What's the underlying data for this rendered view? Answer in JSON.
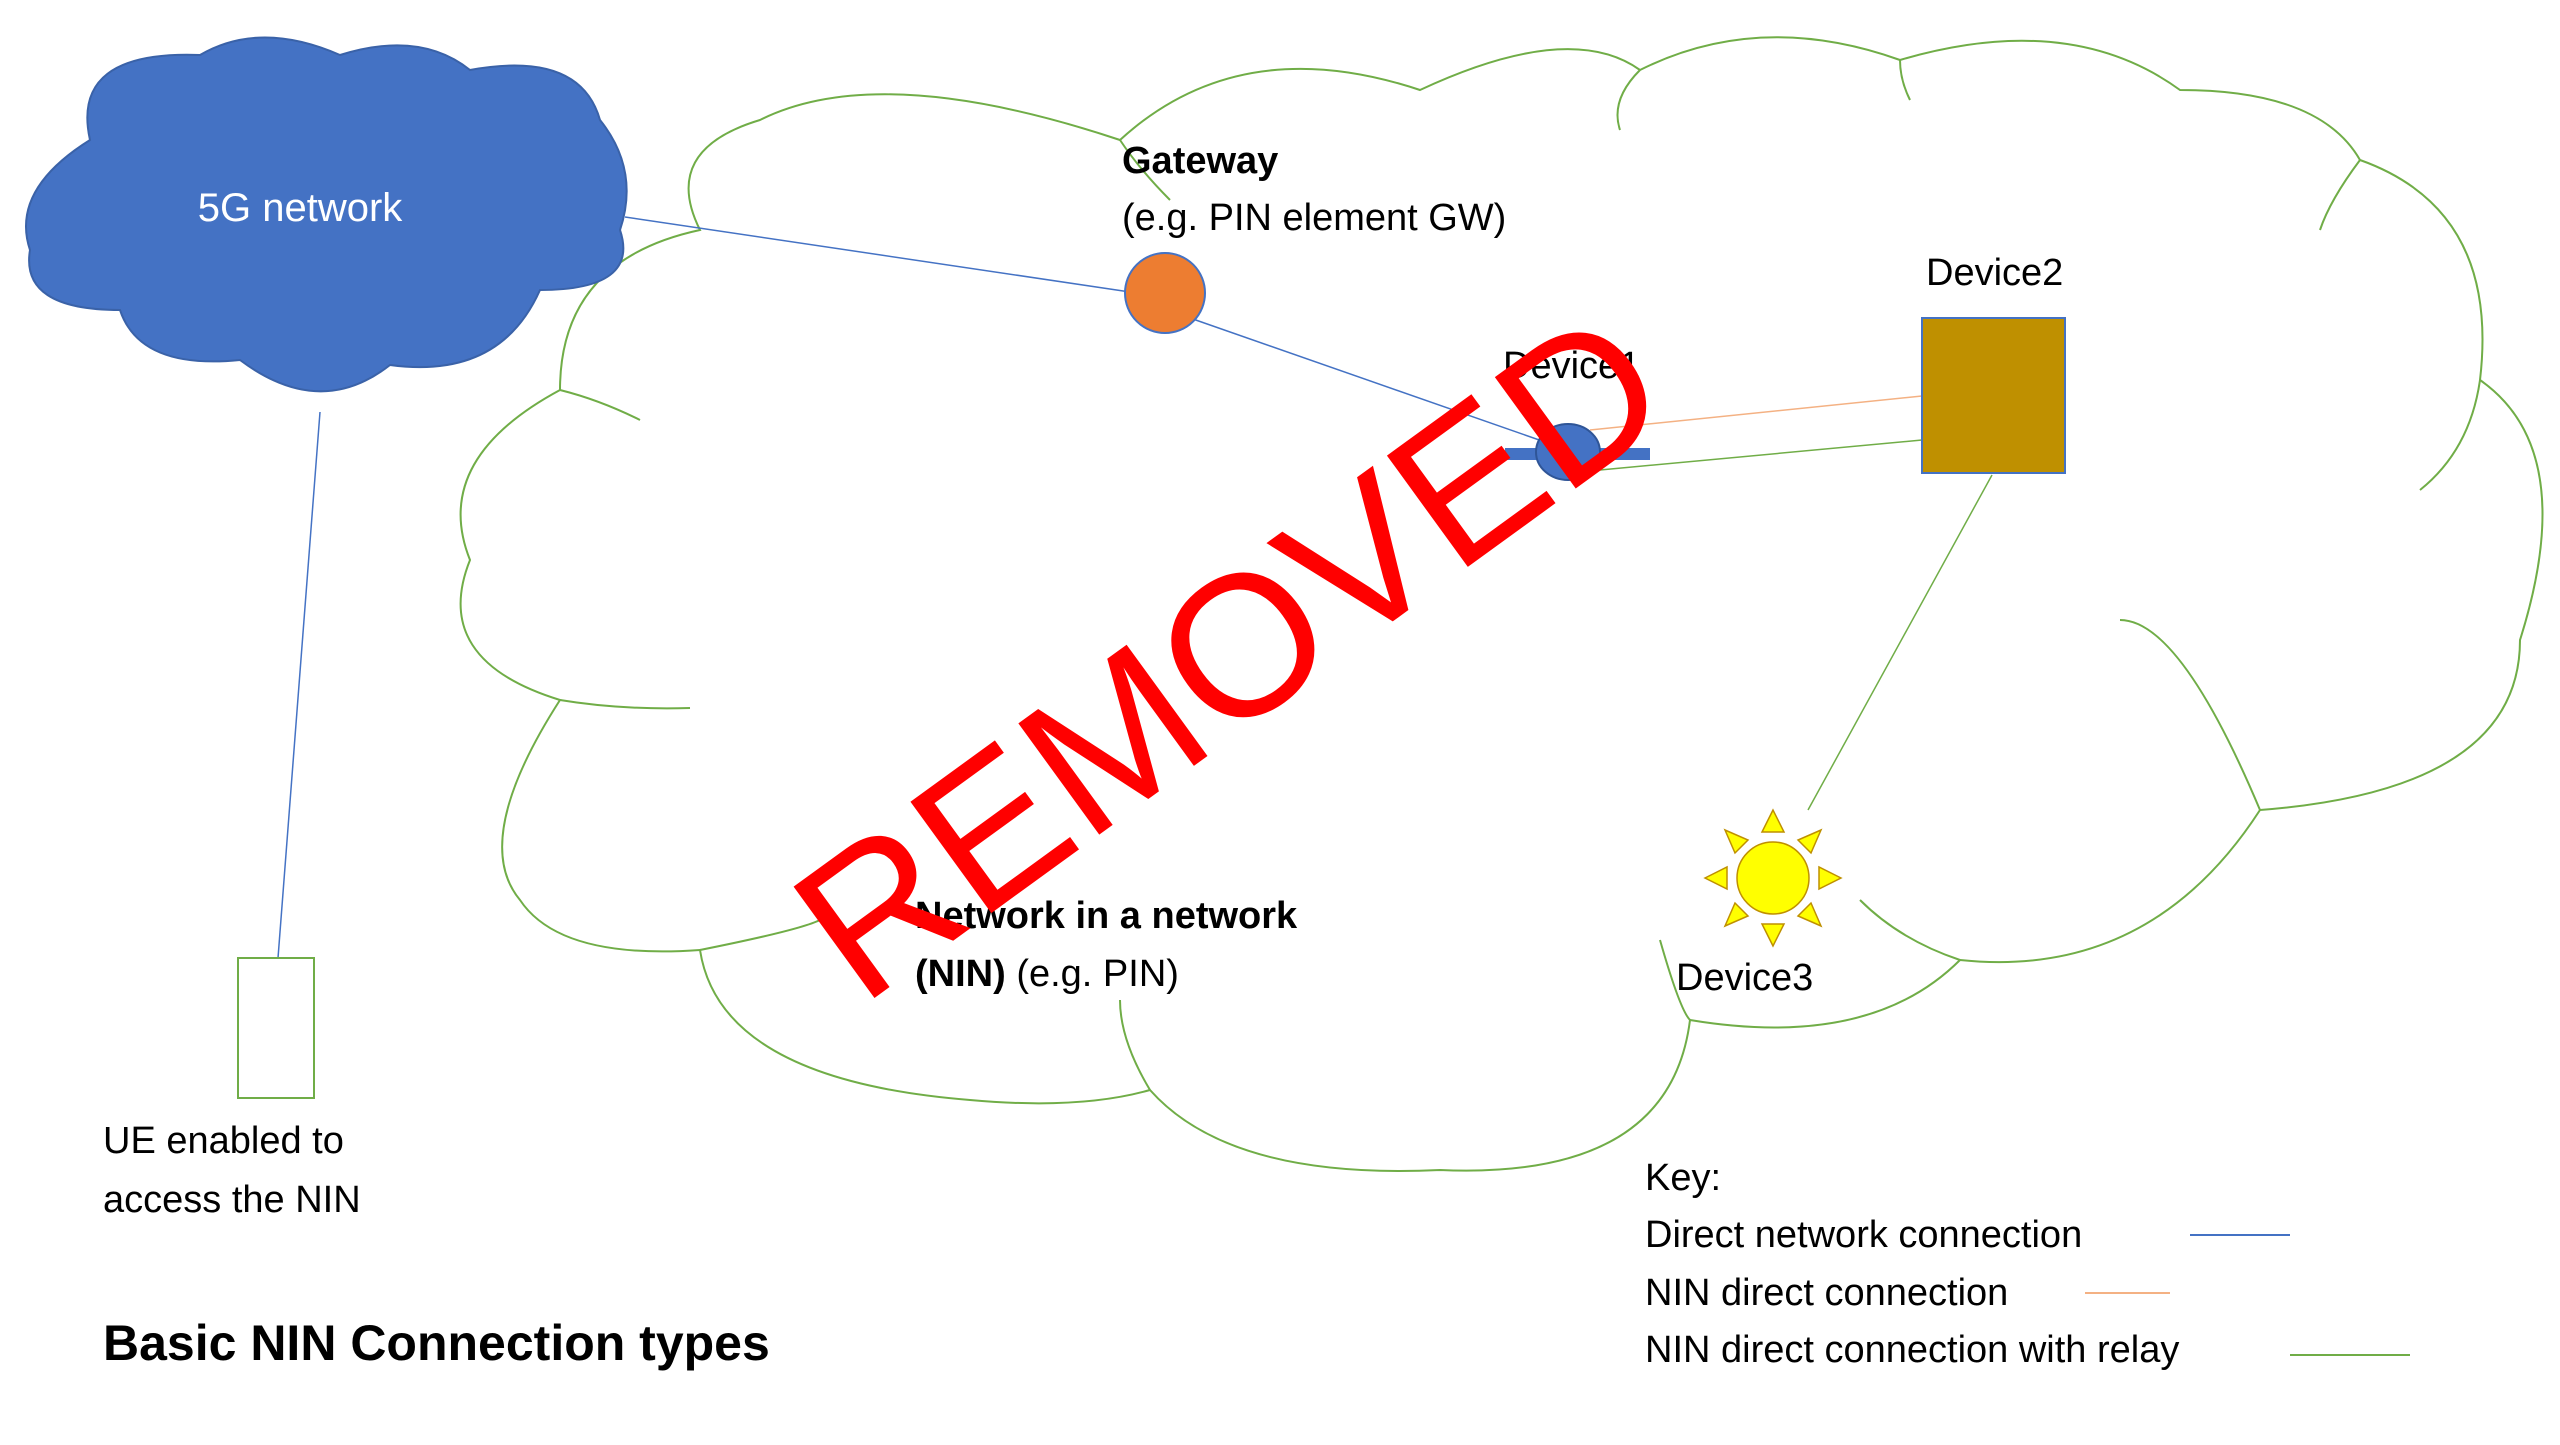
{
  "diagram": {
    "title": "Basic NIN Connection types",
    "five_g_network": {
      "label": "5G network"
    },
    "gateway": {
      "title": "Gateway",
      "subtitle": "(e.g. PIN element GW)"
    },
    "nin": {
      "title_line1": "Network in a network",
      "title_line2_bold": "(NIN)",
      "title_line2_rest": " (e.g. PIN)"
    },
    "device1": {
      "label": "Device1"
    },
    "device2": {
      "label": "Device2"
    },
    "device3": {
      "label": "Device3"
    },
    "ue": {
      "line1": "UE enabled to",
      "line2": "access the NIN"
    },
    "watermark": "REMOVED",
    "key": {
      "title": "Key:",
      "items": [
        {
          "label": "Direct network connection",
          "color": "#4472c4"
        },
        {
          "label": "NIN direct connection",
          "color": "#f4b183"
        },
        {
          "label": "NIN direct connection with relay",
          "color": "#70ad47"
        }
      ]
    },
    "colors": {
      "five_g_cloud": "#4472c4",
      "nin_cloud_stroke": "#70ad47",
      "gateway_fill": "#ed7d31",
      "device1_fill": "#4472c4",
      "device2_fill": "#bf9000",
      "device3_fill": "#ffff00",
      "watermark": "#ff0000"
    }
  }
}
